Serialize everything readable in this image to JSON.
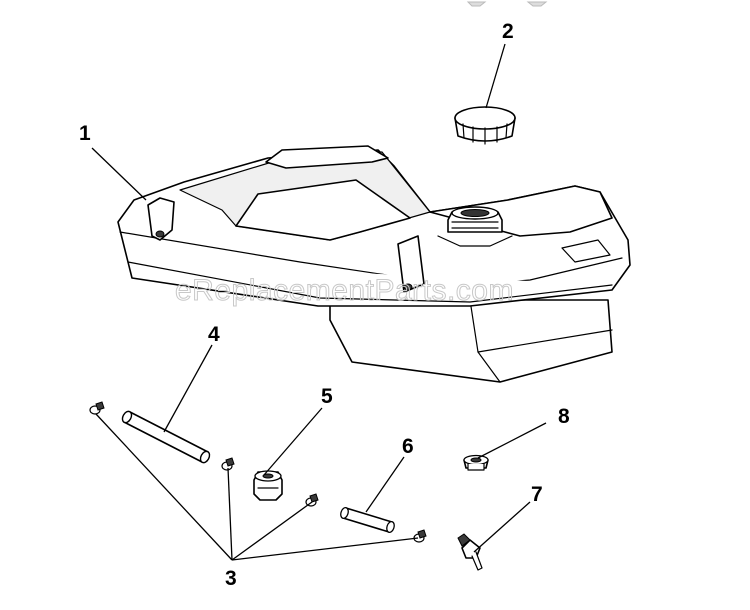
{
  "watermark": "eReplacementParts.com",
  "callouts": {
    "fuel_tank": "1",
    "fuel_cap": "2",
    "hose_clamp": "3",
    "fuel_hose_long": "4",
    "fuel_filter": "5",
    "fuel_hose_short": "6",
    "shutoff_valve": "7",
    "bushing": "8"
  }
}
